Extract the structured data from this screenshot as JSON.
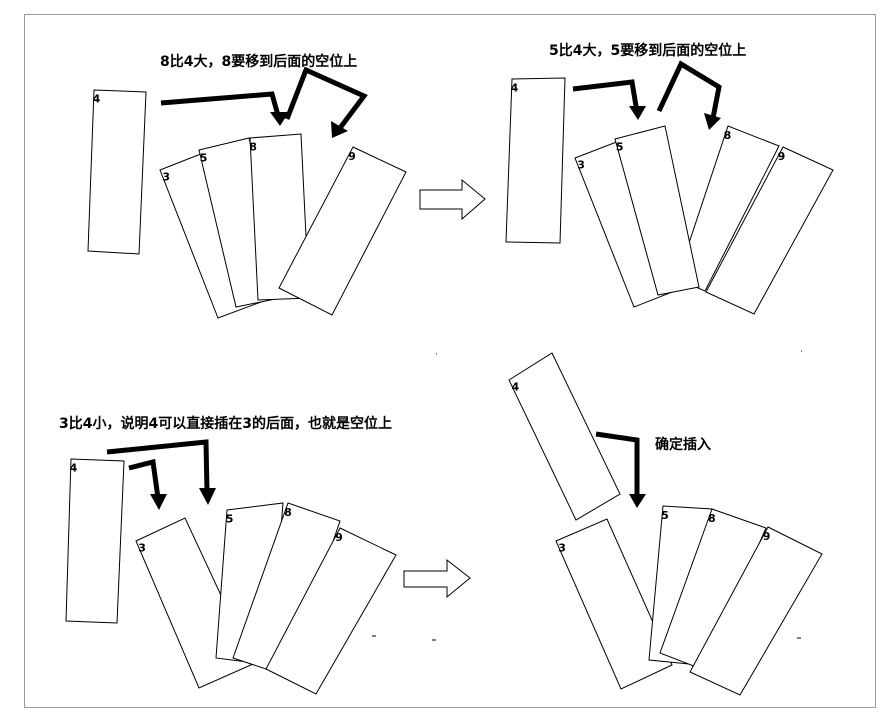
{
  "panels": [
    {
      "caption": "8比4大，8要移到后面的空位上",
      "cards": [
        {
          "id": "card-4",
          "label": "4"
        },
        {
          "id": "card-3",
          "label": "3"
        },
        {
          "id": "card-5",
          "label": "5"
        },
        {
          "id": "card-8",
          "label": "8"
        },
        {
          "id": "card-9",
          "label": "9"
        }
      ]
    },
    {
      "caption": "5比4大，5要移到后面的空位上",
      "cards": [
        {
          "id": "card-4",
          "label": "4"
        },
        {
          "id": "card-3",
          "label": "3"
        },
        {
          "id": "card-5",
          "label": "5"
        },
        {
          "id": "card-8",
          "label": "8"
        },
        {
          "id": "card-9",
          "label": "9"
        }
      ]
    },
    {
      "caption": "3比4小，说明4可以直接插在3的后面，也就是空位上",
      "cards": [
        {
          "id": "card-4",
          "label": "4"
        },
        {
          "id": "card-3",
          "label": "3"
        },
        {
          "id": "card-5",
          "label": "5"
        },
        {
          "id": "card-8",
          "label": "8"
        },
        {
          "id": "card-9",
          "label": "9"
        }
      ]
    },
    {
      "caption": "确定插入",
      "cards": [
        {
          "id": "card-4",
          "label": "4"
        },
        {
          "id": "card-3",
          "label": "3"
        },
        {
          "id": "card-5",
          "label": "5"
        },
        {
          "id": "card-8",
          "label": "8"
        },
        {
          "id": "card-9",
          "label": "9"
        }
      ]
    }
  ],
  "colors": {
    "stroke": "#000000",
    "card_fill": "#ffffff",
    "frame_border": "#9a9a9a"
  },
  "icons": {
    "transition_arrow": "right-block-arrow-icon",
    "move_arrow": "bent-arrow-icon"
  }
}
